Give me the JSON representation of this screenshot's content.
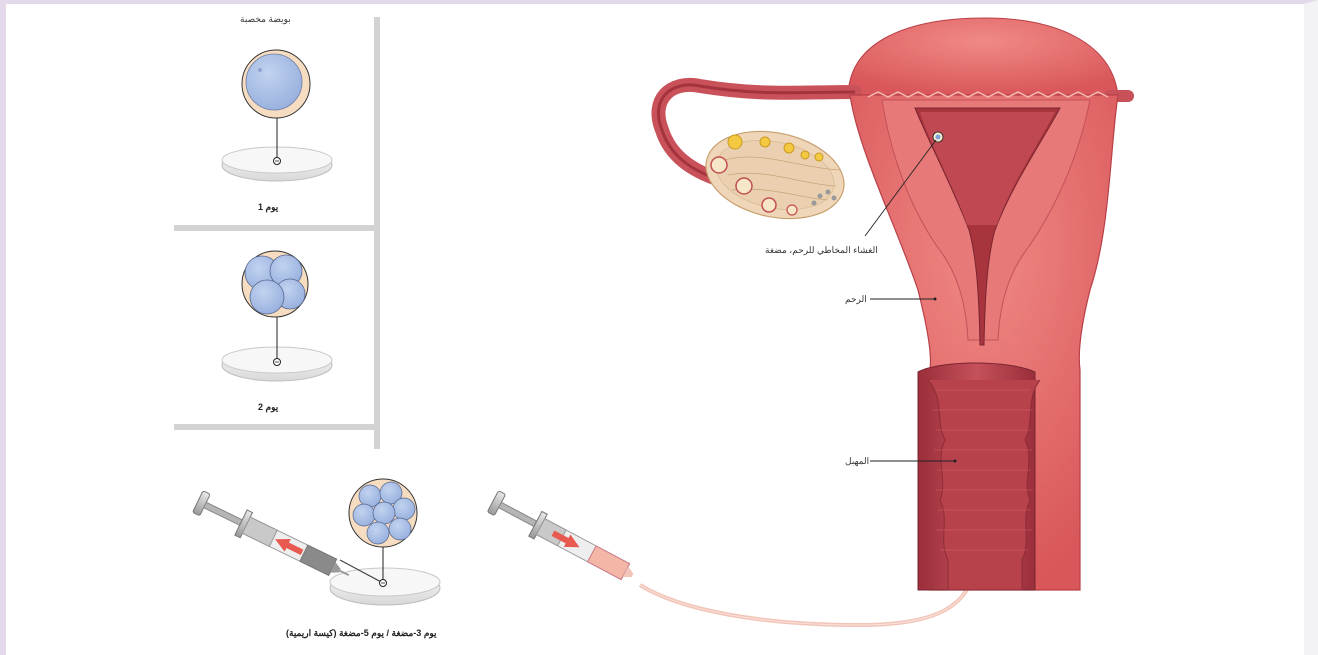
{
  "labels": {
    "fertilized_egg": "بويضة مخصبة",
    "day1": "يوم 1",
    "day2": "يوم 2",
    "day3_5": "يوم 3-مضغة / يوم 5-مضغة (كيسة اريمية)",
    "endometrium_embryo": "الغشاء المخاطي للرحم، مضغة",
    "uterus": "الرحم",
    "vagina": "المهبل"
  },
  "colors": {
    "cell_blue": "#a9bfe6",
    "zona": "#f6dcc0",
    "uterus": "#e06a6a",
    "uterus_dark": "#b8404a",
    "catheter": "#f2c5b8",
    "plunger_arrow": "#e85a4f"
  }
}
